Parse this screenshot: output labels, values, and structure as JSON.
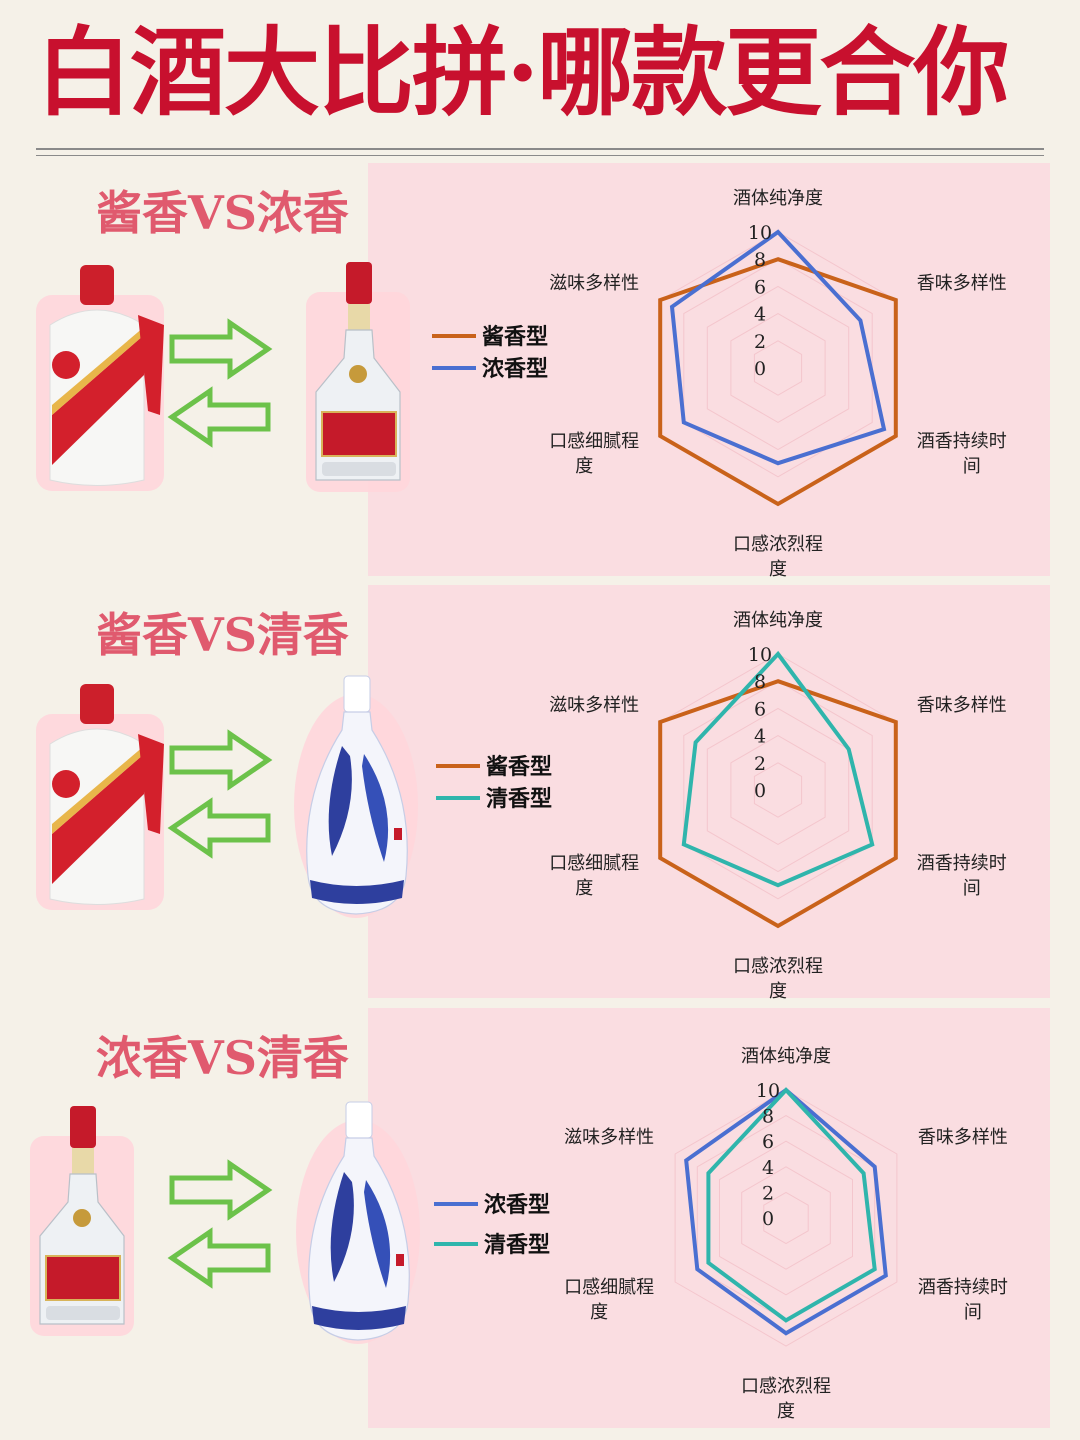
{
  "page": {
    "title": "白酒大比拼·哪款更合你"
  },
  "colors": {
    "title": "#c8102e",
    "section_title": "#e05a6e",
    "panel": "#fadde1",
    "arrow": "#6cc24a",
    "jiang": "#c9621a",
    "nong": "#4a6fd1",
    "qing": "#2fb5ac"
  },
  "sections": [
    {
      "title": "酱香VS浓香",
      "left_bottle": "moutai-bottle",
      "right_bottle": "wuliangye-bottle"
    },
    {
      "title": "酱香VS清香",
      "left_bottle": "moutai-bottle",
      "right_bottle": "fenjiu-bottle"
    },
    {
      "title": "浓香VS清香",
      "left_bottle": "wuliangye-bottle",
      "right_bottle": "fenjiu-bottle"
    }
  ],
  "chart_data": [
    {
      "type": "radar",
      "axes": [
        "酒体纯净度",
        "香味多样性",
        "酒香持续时间",
        "口感浓烈程度",
        "口感细腻程度",
        "滋味多样性"
      ],
      "rlim": [
        0,
        10
      ],
      "ticks": [
        "0",
        "2",
        "4",
        "6",
        "8",
        "10"
      ],
      "legend": "left",
      "grid": true,
      "series": [
        {
          "name": "酱香型",
          "color": "#c9621a",
          "values": [
            8,
            10,
            10,
            10,
            10,
            10
          ]
        },
        {
          "name": "浓香型",
          "color": "#4a6fd1",
          "values": [
            10,
            7,
            9,
            7,
            8,
            9
          ]
        }
      ]
    },
    {
      "type": "radar",
      "axes": [
        "酒体纯净度",
        "香味多样性",
        "酒香持续时间",
        "口感浓烈程度",
        "口感细腻程度",
        "滋味多样性"
      ],
      "rlim": [
        0,
        10
      ],
      "ticks": [
        "0",
        "2",
        "4",
        "6",
        "8",
        "10"
      ],
      "legend": "left",
      "grid": true,
      "series": [
        {
          "name": "酱香型",
          "color": "#c9621a",
          "values": [
            8,
            10,
            10,
            10,
            10,
            10
          ]
        },
        {
          "name": "清香型",
          "color": "#2fb5ac",
          "values": [
            10,
            6,
            8,
            7,
            8,
            7
          ]
        }
      ]
    },
    {
      "type": "radar",
      "axes": [
        "酒体纯净度",
        "香味多样性",
        "酒香持续时间",
        "口感浓烈程度",
        "口感细腻程度",
        "滋味多样性"
      ],
      "rlim": [
        0,
        10
      ],
      "ticks": [
        "0",
        "2",
        "4",
        "6",
        "8",
        "10"
      ],
      "legend": "left",
      "grid": true,
      "series": [
        {
          "name": "浓香型",
          "color": "#4a6fd1",
          "values": [
            10,
            8,
            9,
            9,
            8,
            9
          ]
        },
        {
          "name": "清香型",
          "color": "#2fb5ac",
          "values": [
            10,
            7,
            8,
            8,
            7,
            7
          ]
        }
      ]
    }
  ]
}
